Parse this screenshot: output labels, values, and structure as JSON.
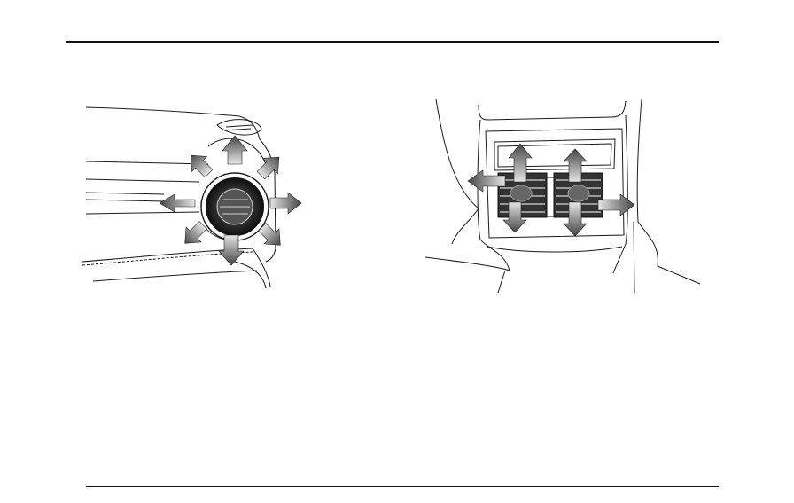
{
  "page": {
    "title": "",
    "figures": [
      {
        "id": "front-air-vent",
        "icon": "dashboard-side-vent-illustration"
      },
      {
        "id": "rear-air-vents",
        "icon": "rear-console-vents-illustration"
      }
    ]
  },
  "colors": {
    "line": "#1a1a1a",
    "arrow_dark": "#555555",
    "arrow_light": "#d8d8d8",
    "vent_dark": "#2a2a2a"
  }
}
